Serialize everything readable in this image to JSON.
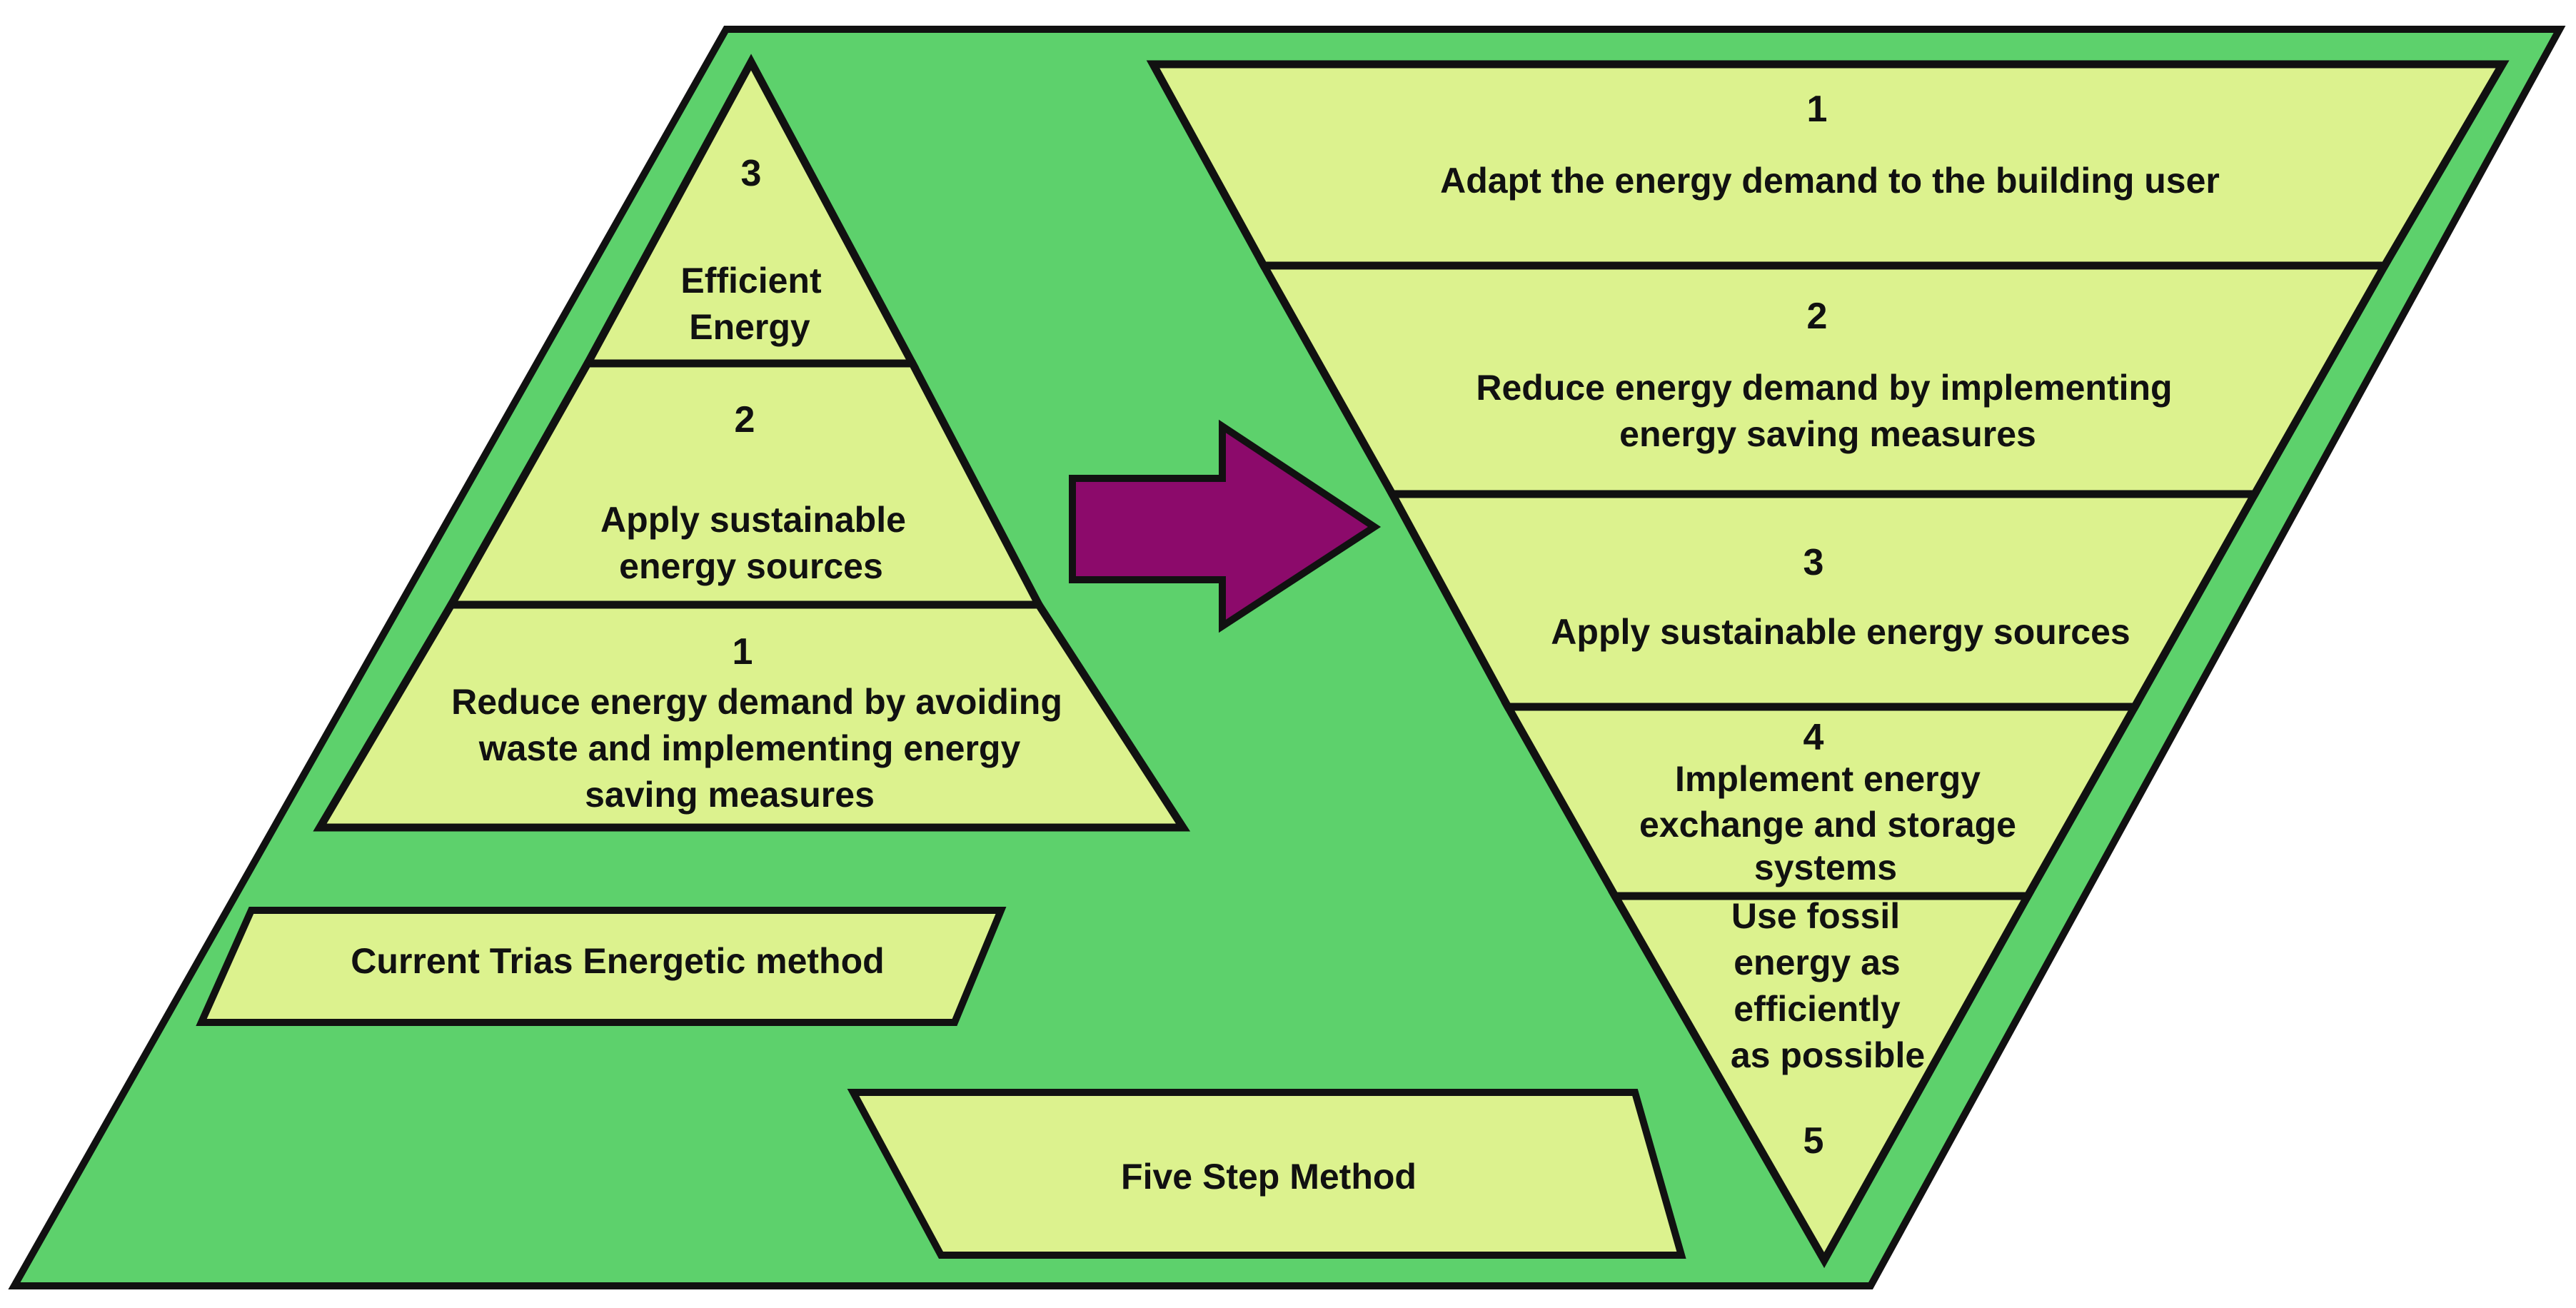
{
  "colors": {
    "background": "#ffffff",
    "outer_green": "#5dd16c",
    "panel_fill": "#dcf28e",
    "outline": "#111111",
    "arrow_fill": "#8c0a6b",
    "text": "#111111"
  },
  "pyramid": {
    "caption": "Current Trias Energetic method",
    "levels": [
      {
        "number": "3",
        "lines": [
          "Efficient",
          "Energy"
        ]
      },
      {
        "number": "2",
        "lines": [
          "Apply sustainable",
          "energy sources"
        ]
      },
      {
        "number": "1",
        "lines": [
          "Reduce energy demand by avoiding",
          "waste and implementing energy",
          "saving measures"
        ]
      }
    ]
  },
  "arrow": {
    "icon": "right-arrow-icon"
  },
  "inverted": {
    "caption": "Five Step Method",
    "levels": [
      {
        "number": "1",
        "lines": [
          "Adapt the energy demand to the building user"
        ]
      },
      {
        "number": "2",
        "lines": [
          "Reduce energy demand by implementing",
          "energy saving measures"
        ]
      },
      {
        "number": "3",
        "lines": [
          "Apply sustainable energy sources"
        ]
      },
      {
        "number": "4",
        "lines": [
          "Implement energy",
          "exchange and storage",
          "systems"
        ]
      },
      {
        "number": "5",
        "lines": [
          "Use fossil",
          "energy as",
          "efficiently",
          "as possible"
        ]
      }
    ]
  }
}
